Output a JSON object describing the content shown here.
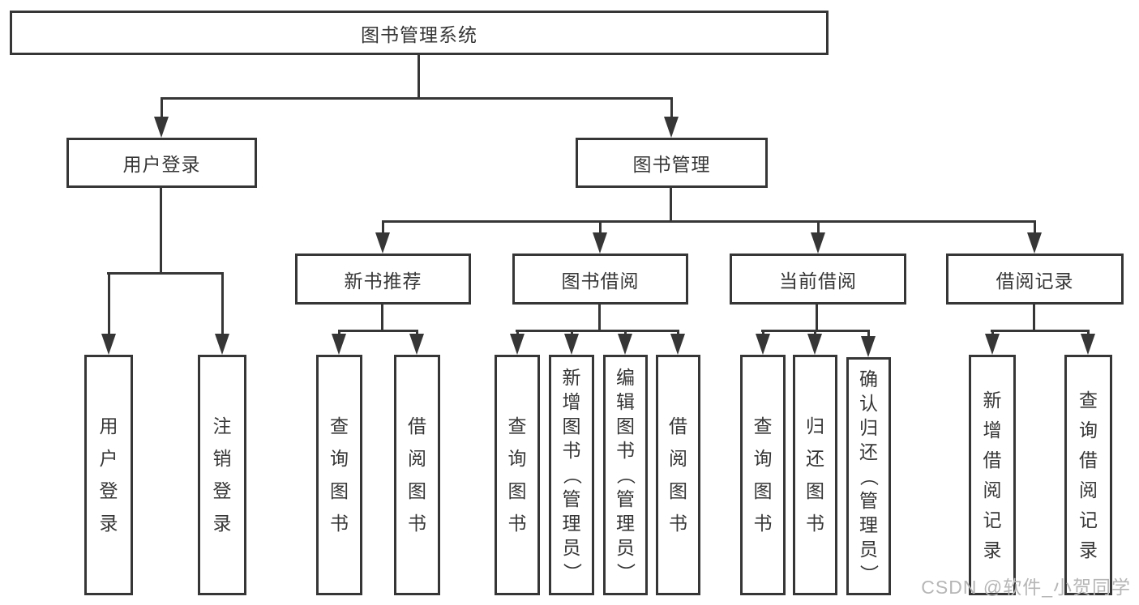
{
  "tree": {
    "label": "图书管理系统",
    "children": [
      {
        "label": "用户登录",
        "children": [
          {
            "label": "用户登录"
          },
          {
            "label": "注销登录"
          }
        ]
      },
      {
        "label": "图书管理",
        "children": [
          {
            "label": "新书推荐",
            "children": [
              {
                "label": "查询图书"
              },
              {
                "label": "借阅图书"
              }
            ]
          },
          {
            "label": "图书借阅",
            "children": [
              {
                "label": "查询图书"
              },
              {
                "label": "新增图书（管理员）"
              },
              {
                "label": "编辑图书（管理员）"
              },
              {
                "label": "借阅图书"
              }
            ]
          },
          {
            "label": "当前借阅",
            "children": [
              {
                "label": "查询图书"
              },
              {
                "label": "归还图书"
              },
              {
                "label": "确认归还（管理员）"
              }
            ]
          },
          {
            "label": "借阅记录",
            "children": [
              {
                "label": "新增借阅记录"
              },
              {
                "label": "查询借阅记录"
              }
            ]
          }
        ]
      }
    ]
  },
  "watermark": "CSDN @软件_小贺同学",
  "colors": {
    "line": "#363636",
    "text": "#363636",
    "watermark": "#b6b6b6",
    "background": "#ffffff"
  }
}
